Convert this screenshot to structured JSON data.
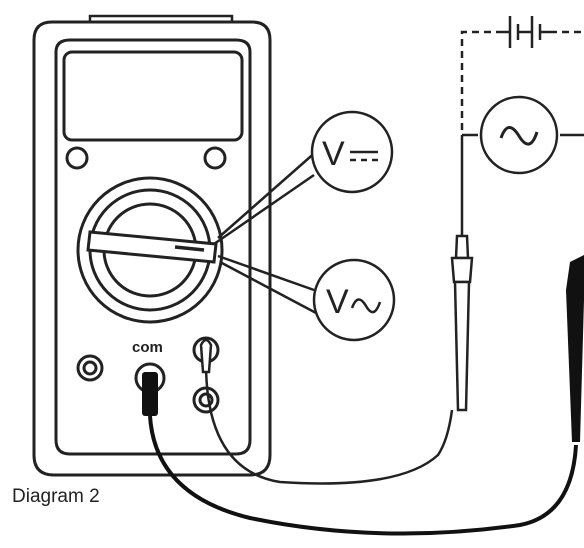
{
  "caption": "Diagram 2",
  "labels": {
    "com_terminal": "com",
    "dc_voltage_symbol": "V",
    "ac_voltage_symbol": "V"
  },
  "icons": {
    "dc_symbol": "dc-voltage-icon",
    "ac_symbol": "ac-wave-icon",
    "ac_source": "ac-source-icon",
    "battery": "battery-icon"
  },
  "colors": {
    "outline": "#222222",
    "fill": "#ffffff",
    "probe_dark": "#111111"
  }
}
